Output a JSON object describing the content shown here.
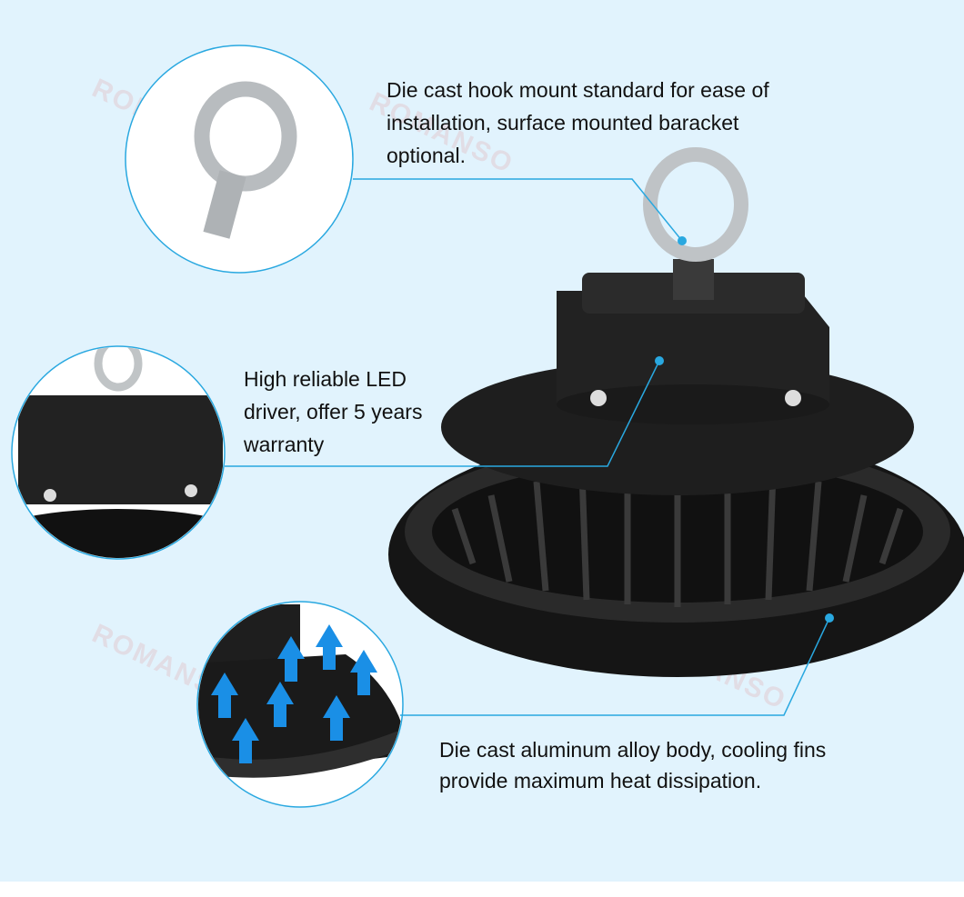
{
  "watermark": "ROMANSO",
  "callouts": {
    "hook": "Die cast hook mount standard for ease of installation, surface mounted baracket optional.",
    "driver": "High reliable LED driver, offer 5 years warranty",
    "body": "Die cast aluminum alloy body, cooling fins provide maximum heat dissipation."
  },
  "colors": {
    "background": "#e1f3fd",
    "accent": "#29a8e0",
    "lamp": "#1c1c1c",
    "arrow": "#1a8fe6"
  }
}
